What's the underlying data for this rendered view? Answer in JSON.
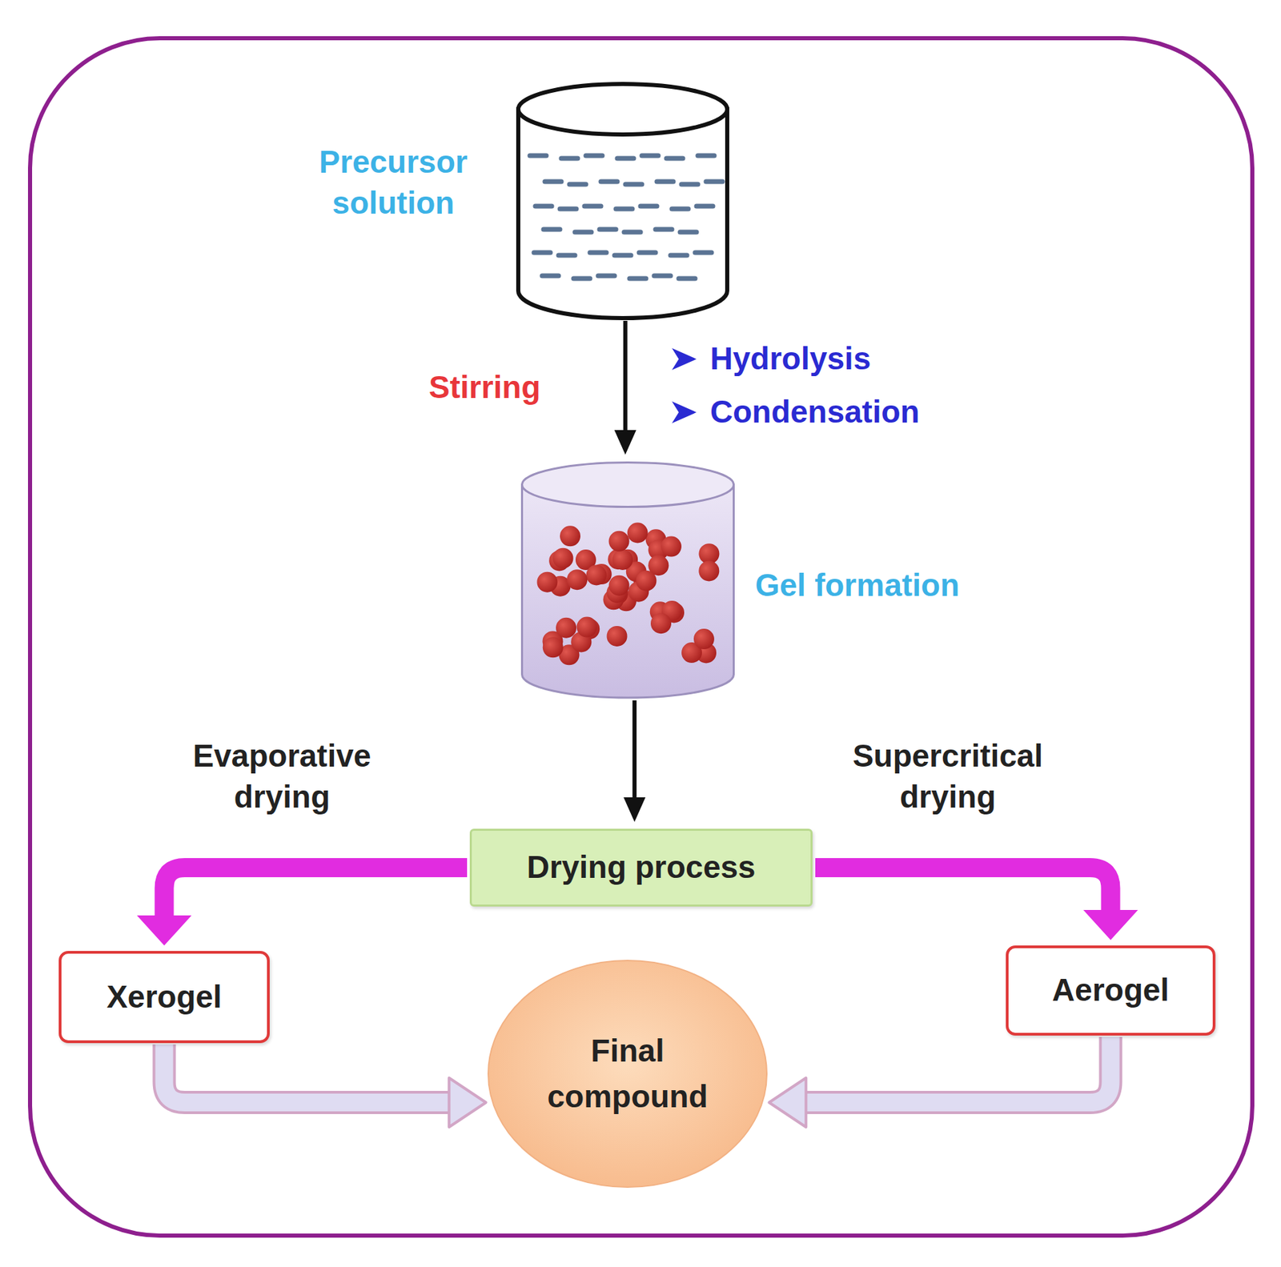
{
  "diagram": {
    "nodes": [
      {
        "text": [
          "Precursor solution"
        ]
      },
      {
        "text": [
          "Gel formation"
        ]
      },
      {
        "text": [
          "Drying process"
        ]
      },
      {
        "text": [
          "Xerogel"
        ]
      },
      {
        "text": [
          "Aerogel"
        ]
      },
      {
        "text": [
          "Final compound"
        ]
      }
    ],
    "edges": [
      {
        "from": 0,
        "to": 1,
        "arrow": "to",
        "label": "Stirring"
      },
      {
        "from": 1,
        "to": 2,
        "arrow": "to"
      },
      {
        "from": 2,
        "to": 3,
        "arrow": "to",
        "label": "Evaporative drying"
      },
      {
        "from": 2,
        "to": 4,
        "arrow": "to",
        "label": "Supercritical drying"
      },
      {
        "from": 3,
        "to": 5,
        "arrow": "to"
      },
      {
        "from": 4,
        "to": 5,
        "arrow": "to"
      }
    ],
    "labels": [
      "Hydrolysis",
      "Condensation"
    ]
  }
}
